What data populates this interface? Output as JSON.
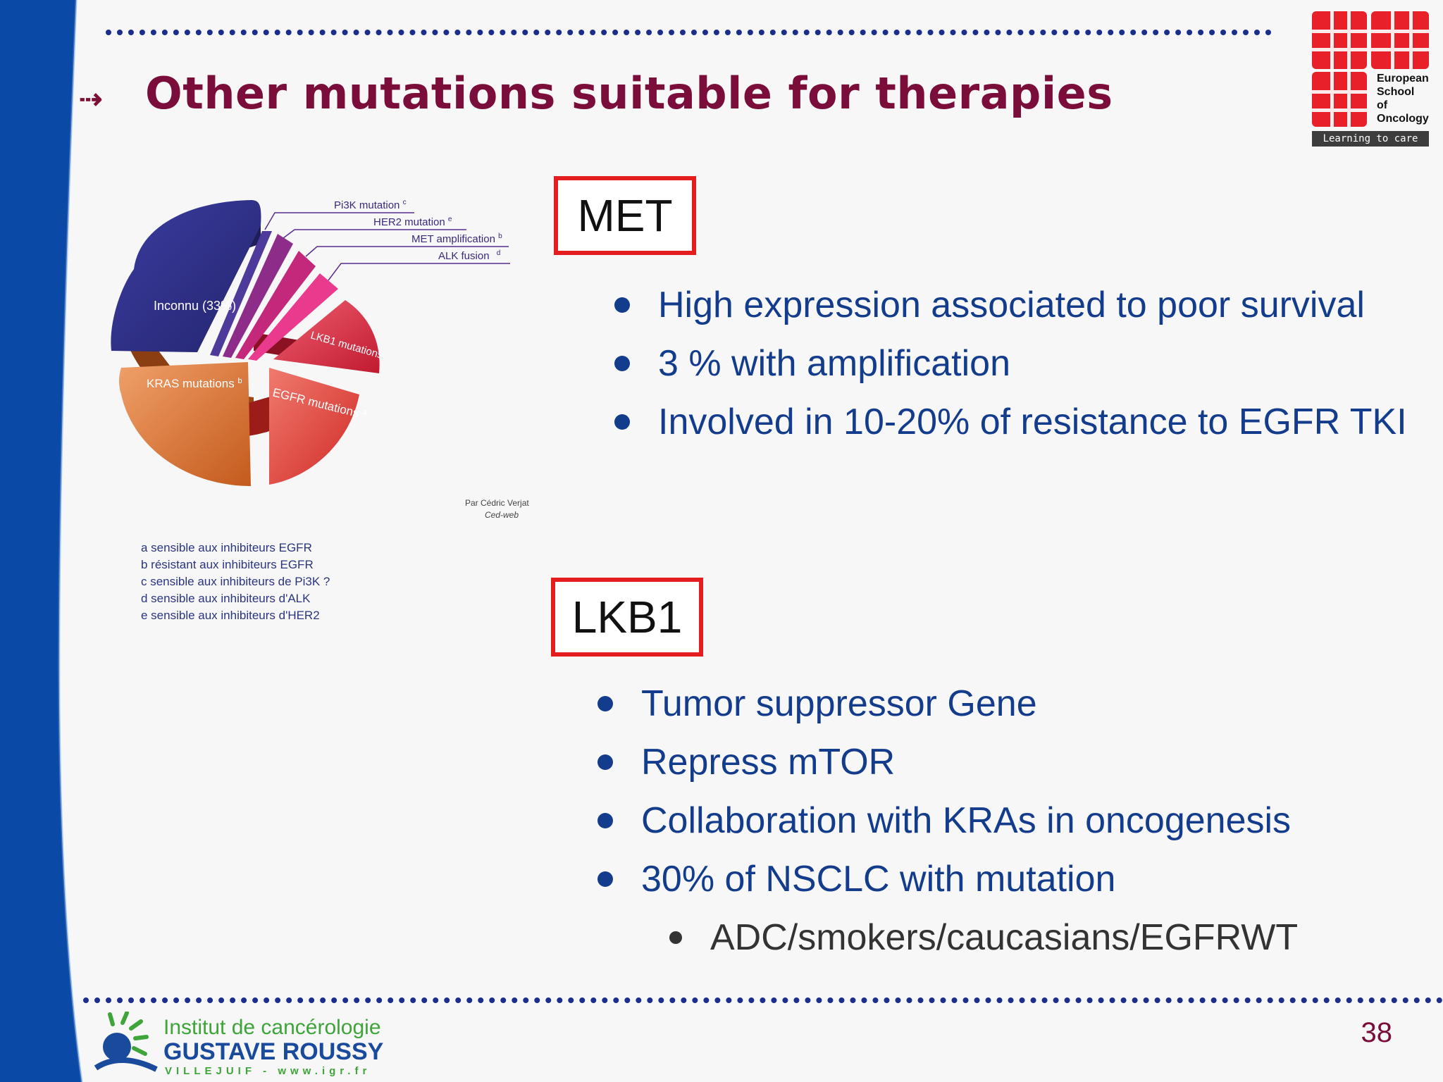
{
  "slide": {
    "title_arrow": "⇢",
    "title": "Other mutations suitable for therapies",
    "page_number": "38"
  },
  "met": {
    "label": "MET",
    "bullets": [
      "High expression associated to poor survival",
      "3 % with amplification",
      "Involved in 10-20% of resistance to EGFR TKI"
    ]
  },
  "lkb1": {
    "label": "LKB1",
    "bullets": [
      "Tumor suppressor Gene",
      "Repress mTOR",
      "Collaboration with KRAs in oncogenesis",
      "30% of NSCLC with mutation"
    ],
    "sub_bullets": [
      "ADC/smokers/caucasians/EGFRWT"
    ]
  },
  "chart_data": {
    "type": "pie",
    "title": "",
    "categories": [
      "Inconnu (33%)",
      "KRAS mutations",
      "EGFR mutations",
      "LKB1 mutations",
      "ALK fusion",
      "MET amplification",
      "HER2 mutation",
      "Pi3K mutation"
    ],
    "slice_labels": {
      "unknown": "Inconnu (33%)",
      "kras": "KRAS mutations",
      "kras_sup": "b",
      "egfr": "EGFR mutations",
      "egfr_sup": "a",
      "lkb1": "LKB1 mutations",
      "alk": "ALK fusion",
      "alk_sup": "d",
      "met": "MET amplification",
      "met_sup": "b",
      "her2": "HER2 mutation",
      "her2_sup": "e",
      "pi3k": "Pi3K mutation",
      "pi3k_sup": "c"
    },
    "values": [
      33,
      22,
      15,
      14,
      3,
      3,
      3,
      3
    ],
    "colors": {
      "unknown": "#2e2f86",
      "kras": "#d8732c",
      "egfr": "#e5453b",
      "lkb1": "#d92a44",
      "alk": "#e93a8e",
      "met": "#c3287a",
      "her2": "#8e2c8a",
      "pi3k": "#4d3a9a"
    },
    "credit": [
      "Par Cédric Verjat",
      "Ced-web"
    ],
    "legend": [
      "a sensible aux inhibiteurs EGFR",
      "b résistant aux inhibiteurs EGFR",
      "c sensible aux inhibiteurs de Pi3K ?",
      "d sensible aux inhibiteurs d'ALK",
      "e sensible aux inhibiteurs d'HER2"
    ]
  },
  "branding": {
    "eso_lines": [
      "European",
      "School",
      "of",
      "Oncology"
    ],
    "eso_tagline": "Learning to care",
    "igr_line1": "Institut de cancérologie",
    "igr_line2": "GUSTAVE ROUSSY",
    "igr_line3": "VILLEJUIF - www.igr.fr",
    "colors": {
      "band_blue": "#0a4aa6",
      "title_maroon": "#7a0d3a",
      "eso_red": "#e8202a",
      "igr_green": "#3fa43a",
      "igr_blue": "#1a4a9c"
    }
  }
}
